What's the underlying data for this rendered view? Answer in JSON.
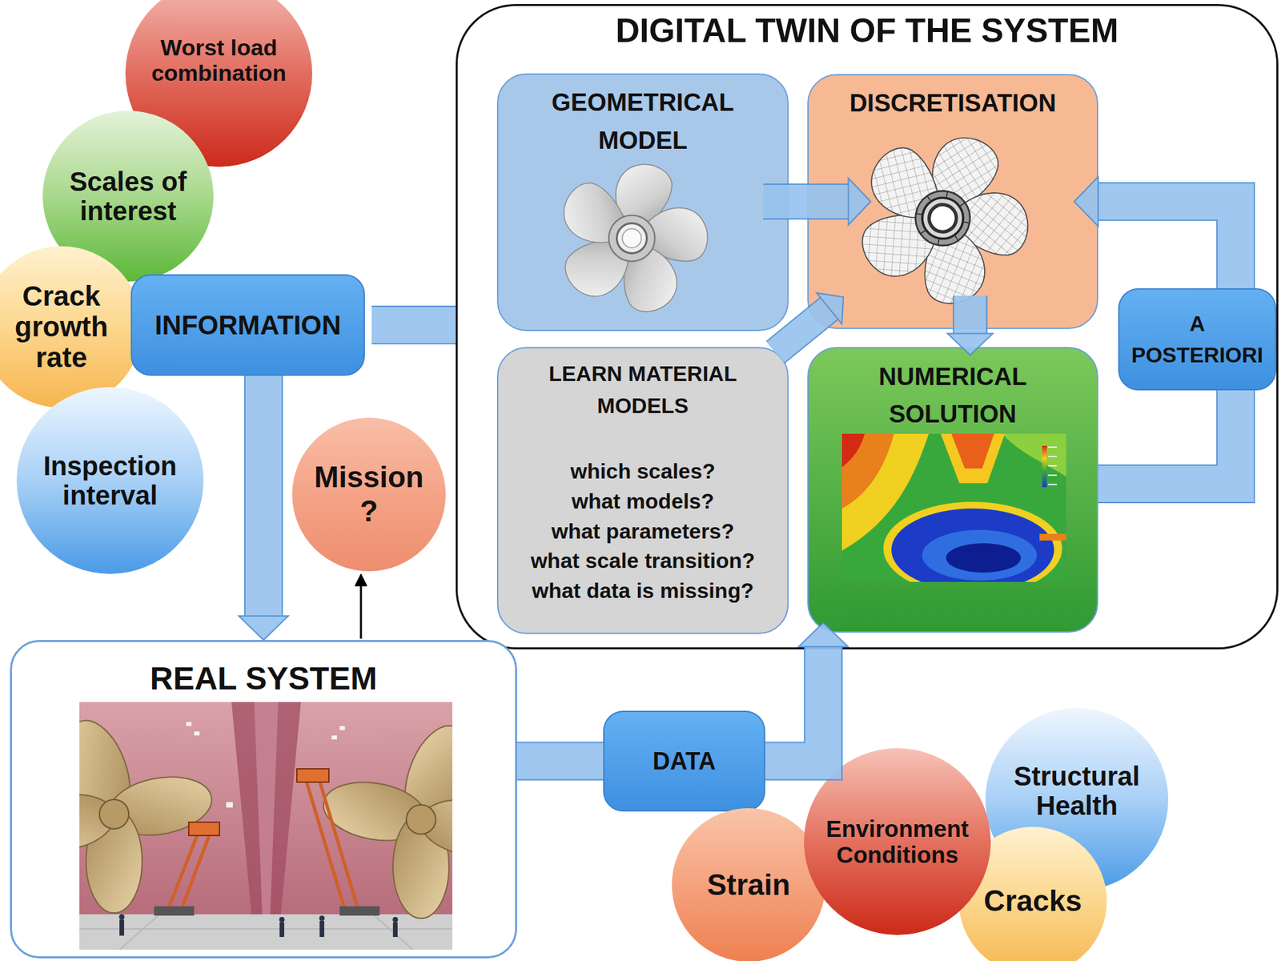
{
  "diagram": {
    "nodes": [
      {
        "text": [
          "Worst load combination"
        ]
      },
      {
        "text": [
          "Scales of interest"
        ]
      },
      {
        "text": [
          "Crack growth rate"
        ]
      },
      {
        "text": [
          "INFORMATION"
        ]
      },
      {
        "text": [
          "Inspection interval"
        ]
      },
      {
        "text": [
          "Mission ?"
        ]
      },
      {
        "text": [
          "DIGITAL TWIN OF THE SYSTEM"
        ]
      },
      {
        "text": [
          "GEOMETRICAL MODEL"
        ],
        "in": 6
      },
      {
        "text": [
          "DISCRETISATION"
        ],
        "in": 6
      },
      {
        "text": [
          "A POSTERIORI"
        ],
        "in": 6
      },
      {
        "text": [
          "LEARN MATERIAL MODELS",
          "which scales? what models? what parameters? what scale transition? what data is missing?"
        ],
        "in": 6
      },
      {
        "text": [
          "NUMERICAL SOLUTION"
        ],
        "in": 6
      },
      {
        "text": [
          "REAL SYSTEM"
        ]
      },
      {
        "text": [
          "DATA"
        ]
      },
      {
        "text": [
          "Strain"
        ]
      },
      {
        "text": [
          "Environment Conditions"
        ]
      },
      {
        "text": [
          "Structural Health"
        ]
      },
      {
        "text": [
          "Cracks"
        ]
      }
    ],
    "edges": [
      {
        "from": 3,
        "to": 6,
        "arrow": "none"
      },
      {
        "from": 3,
        "to": 12,
        "arrow": "to"
      },
      {
        "from": 12,
        "to": 5,
        "arrow": "to"
      },
      {
        "from": 7,
        "to": 8,
        "arrow": "to"
      },
      {
        "from": 8,
        "to": 11,
        "arrow": "to"
      },
      {
        "from": 10,
        "to": 8,
        "arrow": "to"
      },
      {
        "from": 11,
        "to": 9,
        "arrow": "none"
      },
      {
        "from": 9,
        "to": 8,
        "arrow": "to"
      },
      {
        "from": 12,
        "to": 13,
        "arrow": "none"
      },
      {
        "from": 13,
        "to": 11,
        "arrow": "to"
      }
    ]
  }
}
